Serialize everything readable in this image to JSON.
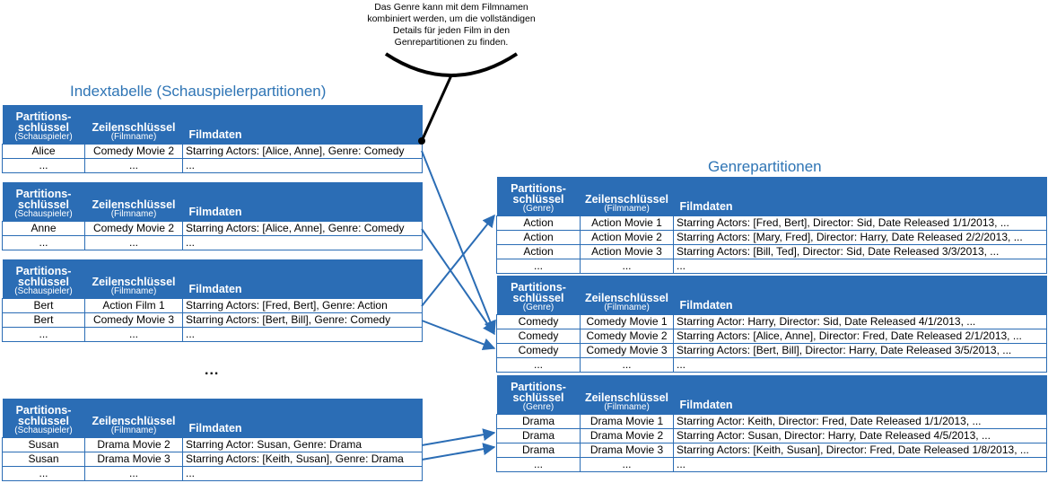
{
  "callout": {
    "text": "Das Genre kann mit dem Filmnamen kombiniert werden, um die vollständigen Details für jeden Film in den Genrepartitionen zu finden."
  },
  "index_title": "Indextabelle (Schauspielerpartitionen)",
  "genre_title": "Genrepartitionen",
  "between_dots": "...",
  "actor_header": {
    "pk": "Partitions-schlüssel",
    "pk_sub": "(Schauspieler)",
    "rk": "Zeilenschlüssel",
    "rk_sub": "(Filmname)",
    "data": "Filmdaten"
  },
  "genre_header": {
    "pk": "Partitions-schlüssel",
    "pk_sub": "(Genre)",
    "rk": "Zeilenschlüssel",
    "rk_sub": "(Filmname)",
    "data": "Filmdaten"
  },
  "actor_tables": [
    {
      "rows": [
        [
          "Alice",
          "Comedy Movie 2",
          "Starring Actors: [Alice, Anne], Genre: Comedy"
        ],
        [
          "...",
          "...",
          "..."
        ]
      ]
    },
    {
      "rows": [
        [
          "Anne",
          "Comedy Movie 2",
          "Starring Actors: [Alice, Anne], Genre: Comedy"
        ],
        [
          "...",
          "...",
          "..."
        ]
      ]
    },
    {
      "rows": [
        [
          "Bert",
          "Action Film 1",
          "Starring Actors: [Fred, Bert], Genre: Action"
        ],
        [
          "Bert",
          "Comedy Movie 3",
          "Starring Actors: [Bert, Bill], Genre: Comedy"
        ],
        [
          "...",
          "...",
          "..."
        ]
      ]
    },
    {
      "rows": [
        [
          "Susan",
          "Drama Movie 2",
          "Starring Actor: Susan, Genre: Drama"
        ],
        [
          "Susan",
          "Drama Movie 3",
          "Starring Actors: [Keith, Susan], Genre: Drama"
        ],
        [
          "...",
          "...",
          "..."
        ]
      ]
    }
  ],
  "genre_tables": [
    {
      "rows": [
        [
          "Action",
          "Action Movie 1",
          "Starring Actors: [Fred, Bert], Director: Sid, Date Released 1/1/2013, ..."
        ],
        [
          "Action",
          "Action Movie 2",
          "Starring Actors: [Mary, Fred], Director: Harry, Date Released 2/2/2013, ..."
        ],
        [
          "Action",
          "Action Movie 3",
          "Starring Actors: [Bill, Ted], Director: Sid, Date Released 3/3/2013, ..."
        ],
        [
          "...",
          "...",
          "..."
        ]
      ]
    },
    {
      "rows": [
        [
          "Comedy",
          "Comedy Movie 1",
          "Starring Actor: Harry, Director: Sid, Date Released 4/1/2013, ..."
        ],
        [
          "Comedy",
          "Comedy Movie 2",
          "Starring Actors: [Alice, Anne], Director: Fred, Date Released 2/1/2013, ..."
        ],
        [
          "Comedy",
          "Comedy Movie 3",
          "Starring Actors: [Bert, Bill], Director: Harry, Date Released 3/5/2013, ..."
        ],
        [
          "...",
          "...",
          "..."
        ]
      ]
    },
    {
      "rows": [
        [
          "Drama",
          "Drama Movie 1",
          "Starring Actor: Keith, Director: Fred, Date Released 1/1/2013, ..."
        ],
        [
          "Drama",
          "Drama Movie 2",
          "Starring Actor: Susan, Director: Harry, Date Released 4/5/2013, ..."
        ],
        [
          "Drama",
          "Drama Movie 3",
          "Starring Actors: [Keith, Susan], Director: Fred, Date Released 1/8/2013, ..."
        ],
        [
          "...",
          "...",
          "..."
        ]
      ]
    }
  ],
  "colors": {
    "header_blue": "#2b6db5",
    "title_blue": "#2f75b5",
    "arrow": "#2b6db5"
  }
}
